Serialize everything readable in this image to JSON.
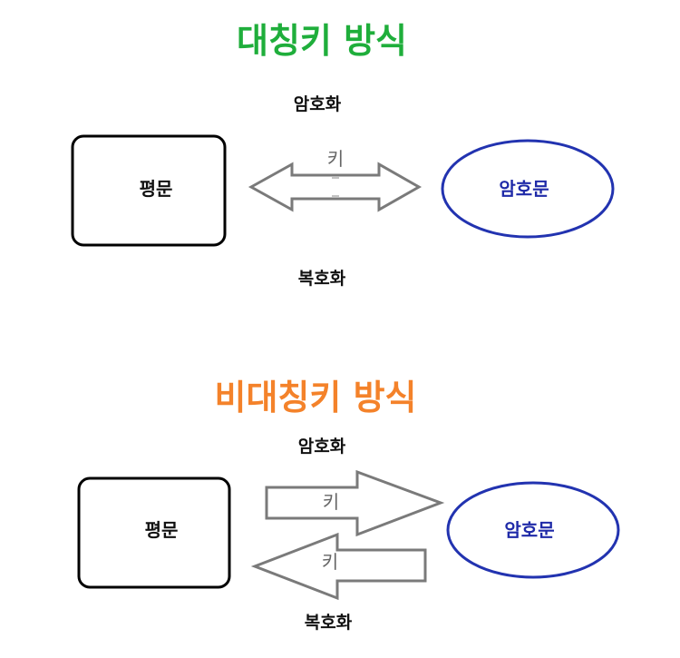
{
  "colors": {
    "symmetric_title": "#1fae3b",
    "asymmetric_title": "#f4822a",
    "box_stroke": "#000000",
    "ellipse_stroke": "#2233b0",
    "ciphertext_text": "#1f2aa8",
    "arrow_stroke": "#7a7a7a"
  },
  "symmetric": {
    "title": "대칭키 방식",
    "encrypt_label": "암호화",
    "decrypt_label": "복호화",
    "plaintext": "평문",
    "ciphertext": "암호문",
    "key_label": "키"
  },
  "asymmetric": {
    "title": "비대칭키 방식",
    "encrypt_label": "암호화",
    "decrypt_label": "복호화",
    "plaintext": "평문",
    "ciphertext": "암호문",
    "encrypt_key_label": "키",
    "decrypt_key_label": "키"
  }
}
